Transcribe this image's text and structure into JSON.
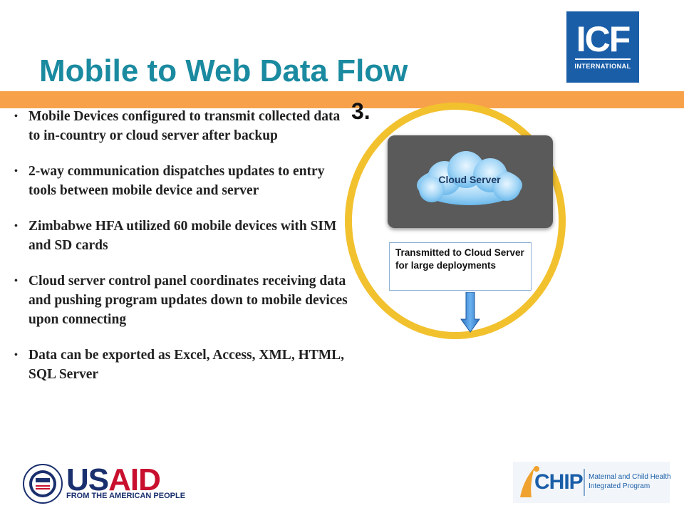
{
  "title": "Mobile to Web Data Flow",
  "bullets": [
    "Mobile Devices configured to transmit collected data to in-country or cloud server after backup",
    "2-way communication dispatches updates to entry tools between mobile device and server",
    "Zimbabwe HFA utilized 60 mobile devices with SIM and SD cards",
    "Cloud server control panel coordinates receiving data and pushing program updates down to mobile devices upon connecting",
    "Data can be exported as Excel, Access, XML, HTML, SQL Server"
  ],
  "diagram": {
    "step": "3.",
    "cloud_label": "Cloud Server",
    "note": "Transmitted to Cloud Server for large deployments"
  },
  "logos": {
    "icf_main": "ICF",
    "icf_sub": "INTERNATIONAL",
    "usaid_us": "US",
    "usaid_aid": "AID",
    "usaid_tagline": "FROM THE AMERICAN PEOPLE",
    "mchip_word": "CHIP",
    "mchip_line1": "Maternal and Child Health",
    "mchip_line2": "Integrated Program"
  },
  "colors": {
    "title": "#1a8aa0",
    "orange_bar": "#F7A24A",
    "ring": "#F2C12E",
    "server_box": "#5a5a5a",
    "cloud": "#8ecbf2",
    "arrow": "#3a8ad6",
    "icf_blue": "#1a5ea8",
    "usaid_navy": "#1a2f6e",
    "usaid_red": "#c8102e"
  }
}
